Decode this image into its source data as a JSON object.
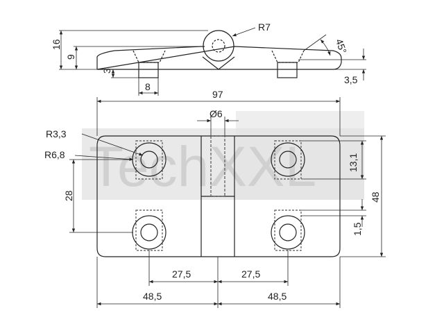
{
  "watermark": {
    "text": "TechXXL",
    "color": "#cfcfcf"
  },
  "dimensions": {
    "radius_knuckle": "R7",
    "height_total": "16",
    "height_leaf": "9",
    "depth_3": "3",
    "width_8": "8",
    "angle": "45°",
    "thickness": "3,5",
    "total_width": "97",
    "pin_diameter": "Ø6",
    "radius_hole": "R3,3",
    "radius_counterbore": "R6,8",
    "spacing_vertical": "28",
    "spacing_right": "13,1",
    "height_total_plan": "48",
    "offset_right": "1,5",
    "spacing_left_center": "27,5",
    "spacing_right_center": "27,5",
    "half_left": "48,5",
    "half_right": "48,5"
  },
  "colors": {
    "line": "#222222",
    "hidden": "#555555",
    "watermark": "#cfcfcf"
  }
}
